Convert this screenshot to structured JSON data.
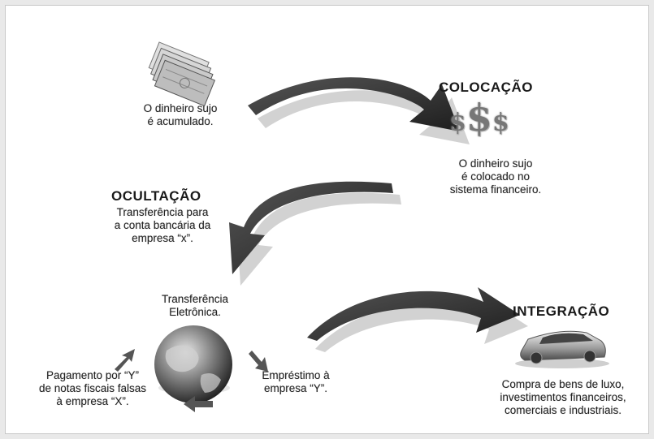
{
  "stages": {
    "colocacao": "COLOCAÇÃO",
    "ocultacao": "OCULTAÇÃO",
    "integracao": "INTEGRAÇÃO"
  },
  "dollar_symbols": {
    "left": "$",
    "center": "$",
    "right": "$"
  },
  "notes": {
    "dinheiro_acumulado": "O dinheiro sujo\né acumulado.",
    "dinheiro_colocado": "O dinheiro sujo\né colocado no\nsistema financeiro.",
    "transferencia_conta": "Transferência para\na conta bancária da\nempresa “x”.",
    "transferencia_eletronica": "Transferência\nEletrônica.",
    "pagamento": "Pagamento por “Y”\nde notas fiscais falsas\nà empresa “X”.",
    "emprestimo": "Empréstimo à\nempresa “Y”.",
    "compra": "Compra de bens de luxo,\ninvestimentos financeiros,\ncomerciais e industriais."
  },
  "icons": [
    "money-stack-icon",
    "dollar-signs-icon",
    "globe-icon",
    "luxury-car-icon"
  ],
  "colors": {
    "arrow_dark": "#2f2f2f",
    "arrow_light": "#d2d2d2",
    "text": "#222222"
  }
}
